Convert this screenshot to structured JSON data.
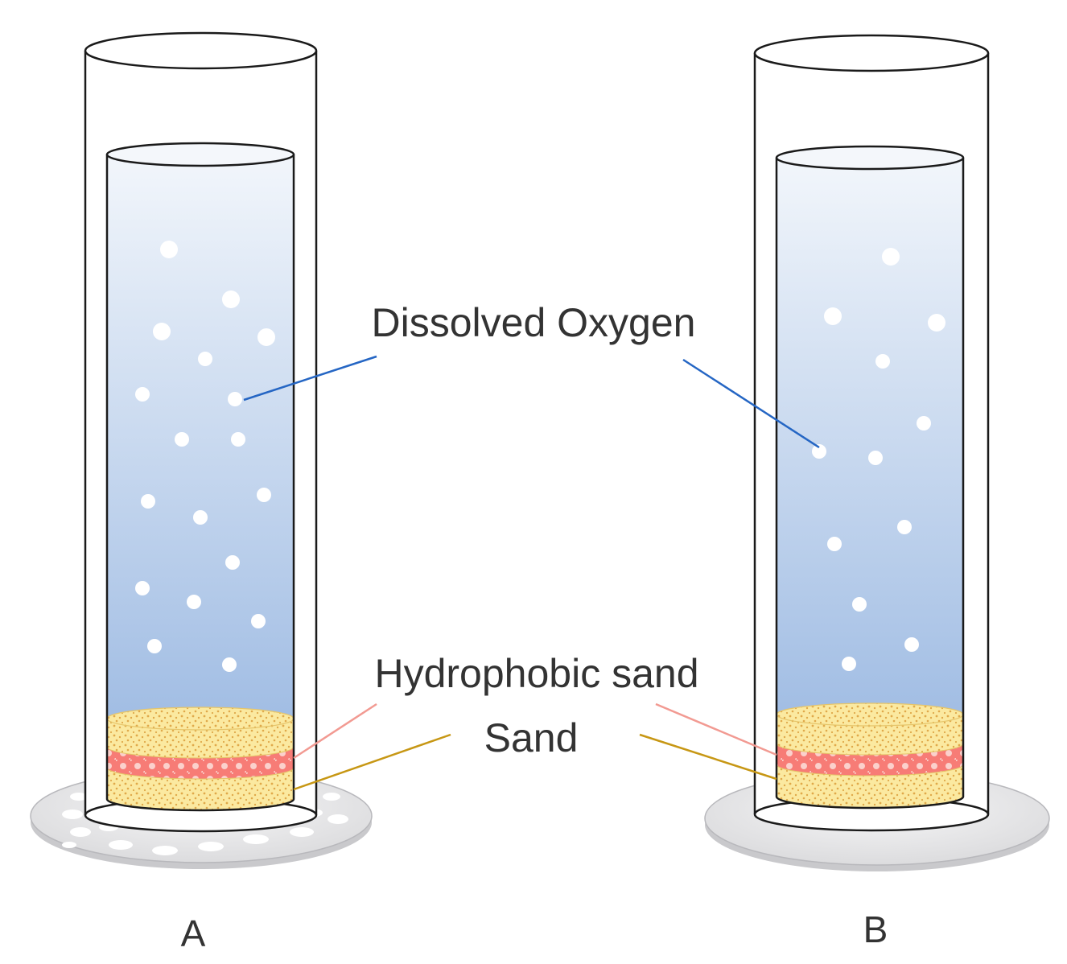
{
  "labels": {
    "dissolved_oxygen": "Dissolved Oxygen",
    "hydrophobic_sand": "Hydrophobic sand",
    "sand": "Sand",
    "panel_a": "A",
    "panel_b": "B"
  },
  "colors": {
    "outline": "#1a1a1a",
    "water_top": "#f2f6fb",
    "water_bottom": "#94b4e0",
    "sand": "#fbe9a0",
    "sand_dots": "#e0a94a",
    "hydrophobic_sand": "#f77c76",
    "oxygen_leader": "#2566c4",
    "hydrophobic_leader": "#f29a92",
    "sand_leader": "#c79714",
    "dish": "#e4e4e6"
  }
}
